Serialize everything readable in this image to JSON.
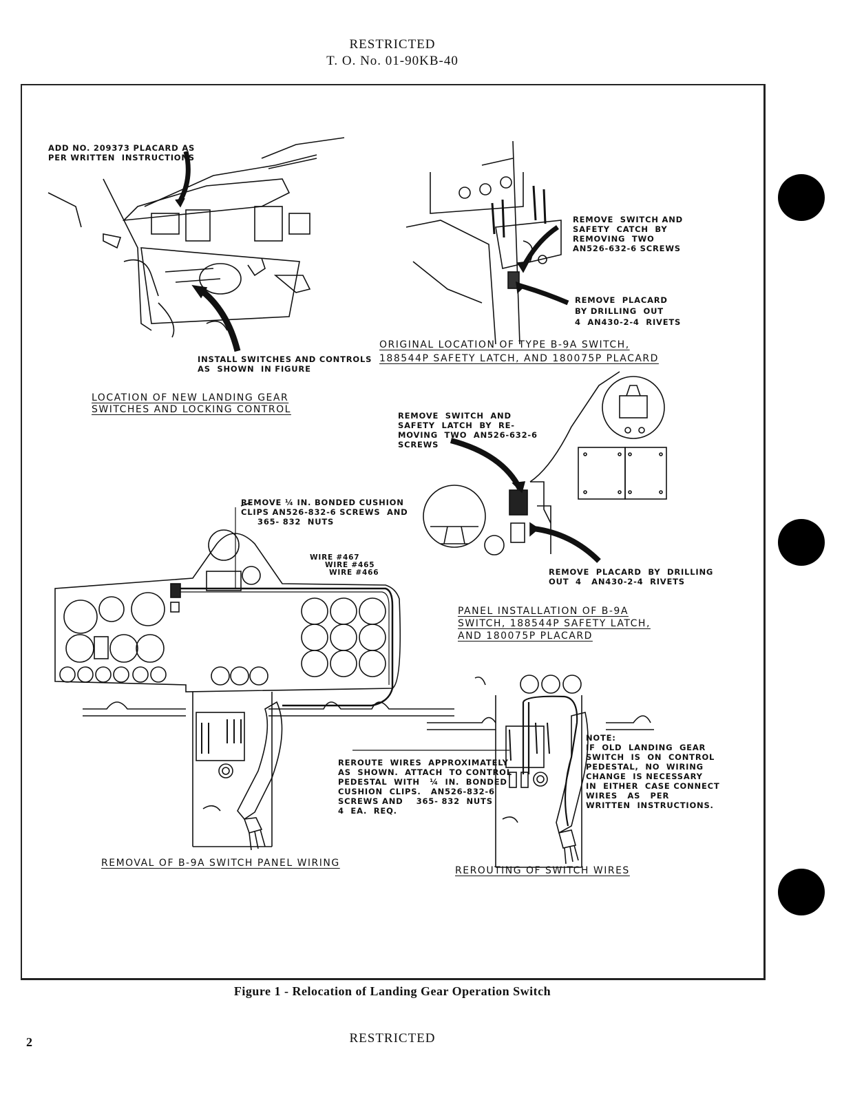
{
  "header": {
    "classification": "RESTRICTED",
    "to_number": "T. O. No. 01-90KB-40"
  },
  "views": {
    "location_new": {
      "title_line1": "LOCATION OF NEW LANDING GEAR",
      "title_line2": "SWITCHES AND LOCKING CONTROL",
      "callout_placard": "ADD NO. 209373 PLACARD AS\nPER WRITTEN  INSTRUCTIONS",
      "callout_install": "INSTALL SWITCHES AND CONTROLS\nAS  SHOWN  IN FIGURE"
    },
    "original_location": {
      "title_line1": "ORIGINAL LOCATION OF TYPE B-9A SWITCH,",
      "title_line2": "188544P SAFETY LATCH, AND 180075P PLACARD",
      "callout_remove_switch": "REMOVE  SWITCH AND\nSAFETY  CATCH  BY\nREMOVING  TWO\nAN526-632-6 SCREWS",
      "callout_remove_placard": "REMOVE  PLACARD\nBY DRILLING  OUT\n4  AN430-2-4  RIVETS"
    },
    "panel_installation": {
      "title_line1": "PANEL INSTALLATION OF B-9A",
      "title_line2": "SWITCH, 188544P SAFETY LATCH,",
      "title_line3": "AND 180075P PLACARD",
      "callout_remove_switch": "REMOVE  SWITCH  AND\nSAFETY  LATCH  BY  RE-\nMOVING  TWO  AN526-632-6\nSCREWS",
      "callout_remove_placard": "REMOVE  PLACARD  BY  DRILLING\nOUT  4   AN430-2-4  RIVETS"
    },
    "removal_wiring": {
      "title": "REMOVAL OF B-9A SWITCH PANEL WIRING",
      "callout_clips": "REMOVE ¼ IN. BONDED CUSHION\nCLIPS AN526-832-6 SCREWS  AND\n     365- 832  NUTS",
      "wire_467": "WIRE #467",
      "wire_465": "WIRE #465",
      "wire_466": "WIRE #466"
    },
    "rerouting": {
      "title": "REROUTING OF SWITCH WIRES",
      "callout_reroute": "REROUTE  WIRES  APPROXIMATELY\nAS  SHOWN.  ATTACH  TO CONTROL\nPEDESTAL  WITH   ¼  IN.  BONDED\nCUSHION  CLIPS.   AN526-832-6\nSCREWS AND    365- 832  NUTS\n4  EA.  REQ.",
      "note": "NOTE:\nIF  OLD  LANDING  GEAR\nSWITCH  IS  ON  CONTROL\nPEDESTAL,  NO  WIRING\nCHANGE  IS NECESSARY\nIN  EITHER  CASE CONNECT\nWIRES   AS   PER\nWRITTEN  INSTRUCTIONS."
    }
  },
  "figure_caption": "Figure 1 - Relocation of Landing Gear Operation Switch",
  "footer": {
    "page_number": "2",
    "classification": "RESTRICTED"
  }
}
